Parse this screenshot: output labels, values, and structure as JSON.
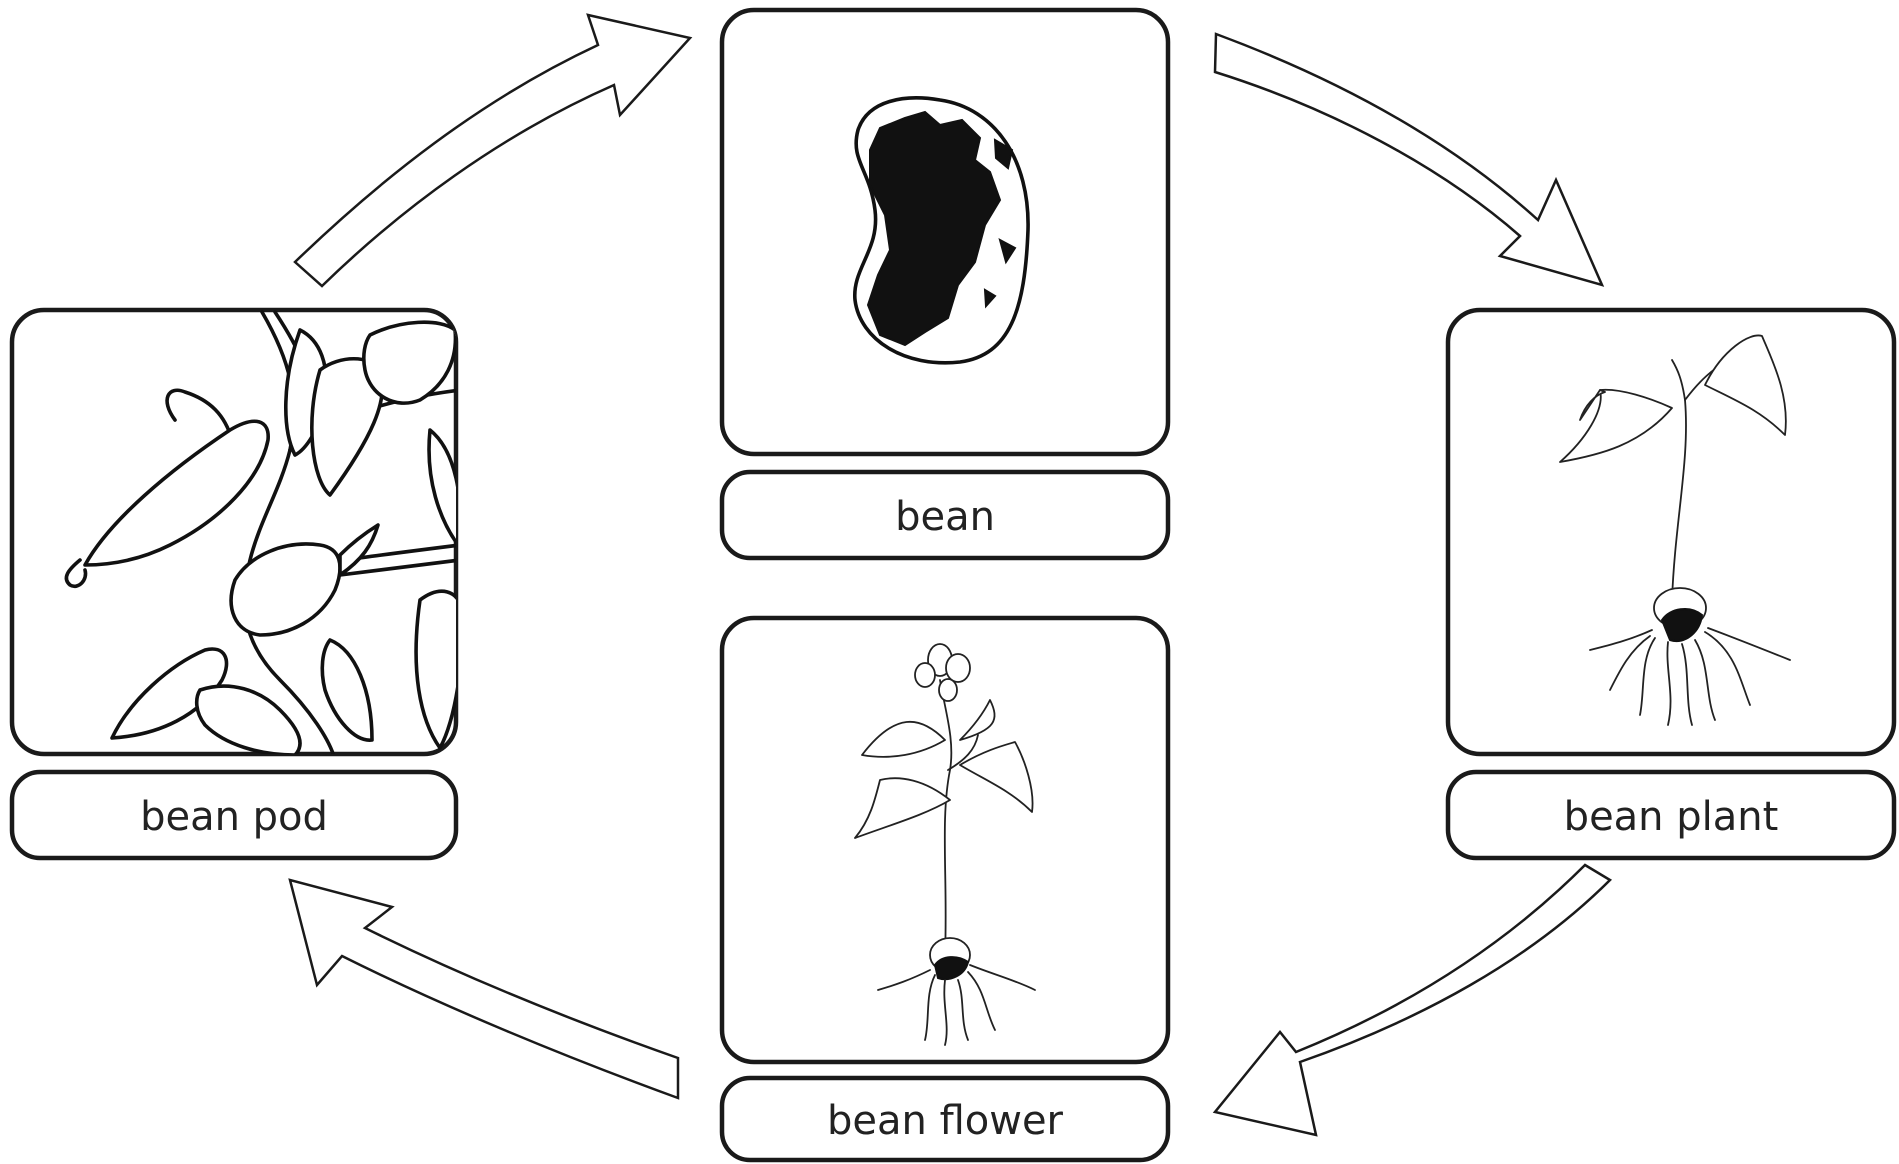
{
  "stages": [
    {
      "id": "bean",
      "label": "bean"
    },
    {
      "id": "plant",
      "label": "bean plant"
    },
    {
      "id": "flower",
      "label": "bean flower"
    },
    {
      "id": "pod",
      "label": "bean pod"
    }
  ]
}
